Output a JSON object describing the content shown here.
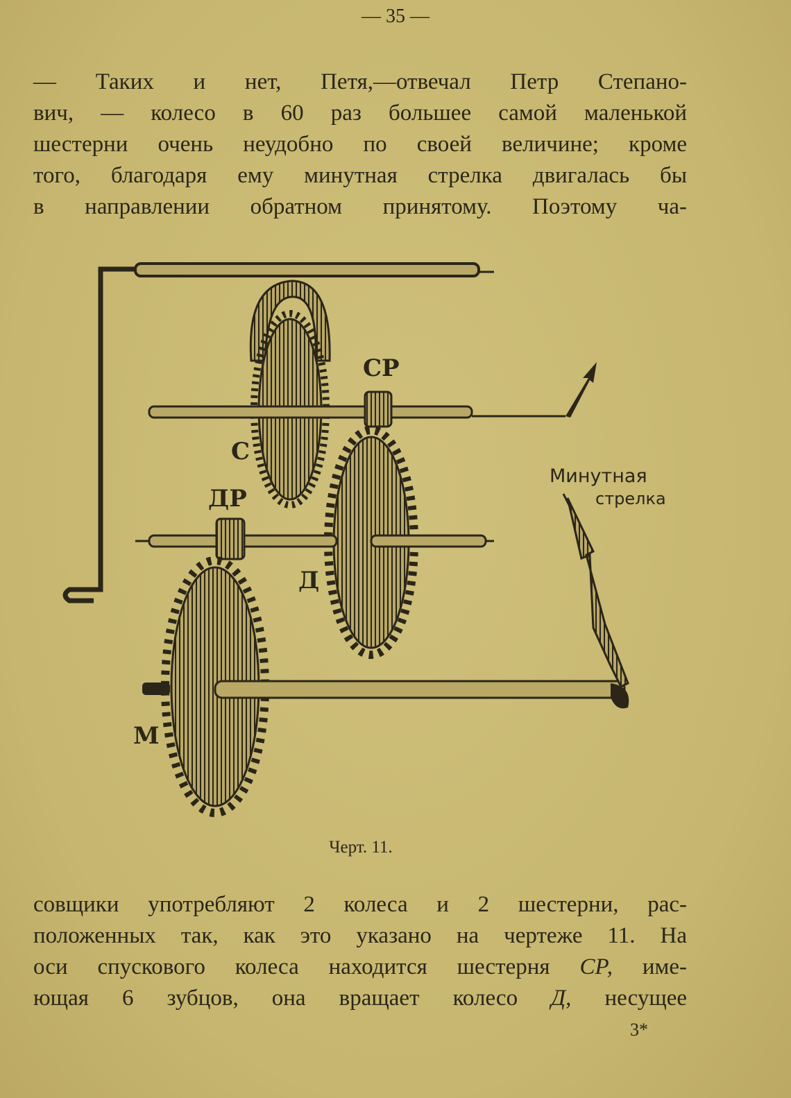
{
  "page_number": "— 35 —",
  "top_lines": [
    "— Таких и нет, Петя,—отвечал Петр Степано-",
    "вич, — колесо в 60 раз большее самой маленькой",
    "шестерни очень неудобно по своей величине; кроме",
    "того, благодаря ему минутная стрелка двигалась бы",
    "в направлении обратном принятому. Поэтому ча-"
  ],
  "figure": {
    "labels": {
      "cp": "СР",
      "c": "С",
      "dp": "ДР",
      "d": "Д",
      "m": "М",
      "hand_1": "Минутная",
      "hand_2": "стрелка"
    },
    "caption": "Черт. 11."
  },
  "bottom_lines": {
    "l1": "совщики употребляют 2 колеса и 2 шестерни, рас-",
    "l2": "положенных так, как это указано на чертеже 11. На",
    "l3a": "оси спускового колеса находится шестерня",
    "l3b": "СР,",
    "l3c": "име-",
    "l4a": "ющая 6 зубцов, она вращает колесо",
    "l4b": "Д,",
    "l4c": "несущее"
  },
  "signature_mark": "3*"
}
